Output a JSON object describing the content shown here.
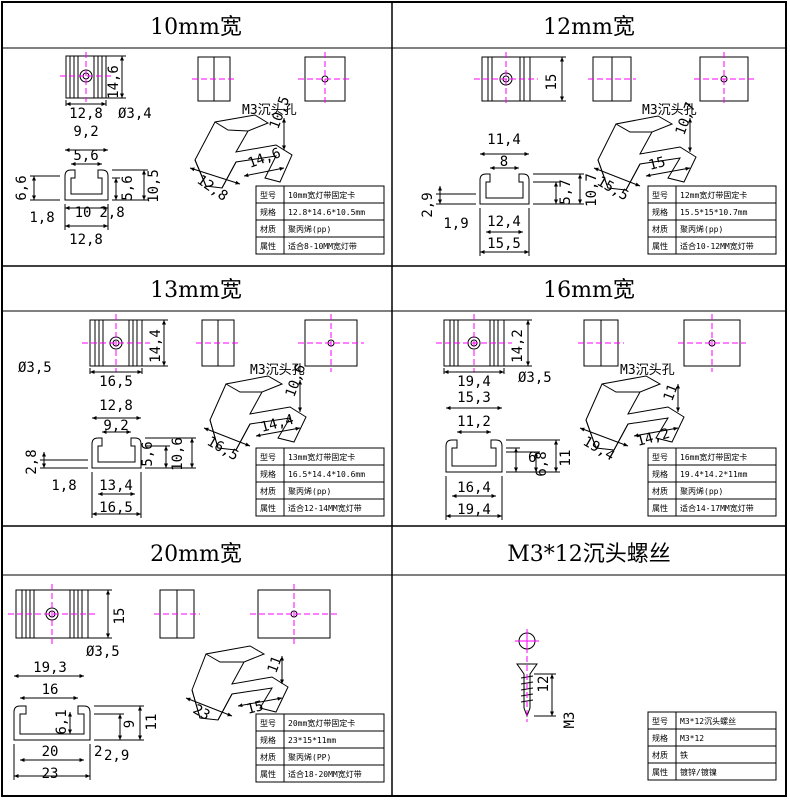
{
  "colors": {
    "line": "#000000",
    "center": "#ff00ff"
  },
  "panels": [
    {
      "title": "10mm宽",
      "dims": {
        "top_h": "14,6",
        "top_w": "12,8",
        "hole": "Ø3,4",
        "w1": "9,2",
        "w2": "5,6",
        "h1": "6,6",
        "h2": "5,6",
        "h3": "10,5",
        "t": "1,8",
        "inner": "10",
        "lip": "2,8",
        "outer": "12,8"
      },
      "iso": {
        "label": "M3沉头孔",
        "a": "12,8",
        "b": "14,6",
        "c": "10,5"
      },
      "table": [
        {
          "k": "型号",
          "v": "10mm宽灯带固定卡"
        },
        {
          "k": "规格",
          "v": "12.8*14.6*10.5mm"
        },
        {
          "k": "材质",
          "v": "聚丙烯(pp)"
        },
        {
          "k": "属性",
          "v": "适合8-10MM宽灯带"
        }
      ]
    },
    {
      "title": "12mm宽",
      "dims": {
        "top_h": "15",
        "w1": "11,4",
        "w2": "8",
        "h1": "2,9",
        "h2": "5,7",
        "h3": "10,7",
        "t": "1,9",
        "inner": "12,4",
        "outer": "15,5"
      },
      "iso": {
        "label": "M3沉头孔",
        "a": "15,5",
        "b": "15",
        "c": "10,7"
      },
      "table": [
        {
          "k": "型号",
          "v": "12mm宽灯带固定卡"
        },
        {
          "k": "规格",
          "v": "15.5*15*10.7mm"
        },
        {
          "k": "材质",
          "v": "聚丙烯(pp)"
        },
        {
          "k": "属性",
          "v": "适合10-12MM宽灯带"
        }
      ]
    },
    {
      "title": "13mm宽",
      "dims": {
        "top_h": "14,4",
        "hole": "Ø3,5",
        "top_w": "16,5",
        "w1": "12,8",
        "w2": "9,2",
        "h1": "2,8",
        "h2": "5,6",
        "h3": "10,6",
        "t": "1,8",
        "inner": "13,4",
        "outer": "16,5"
      },
      "iso": {
        "label": "M3沉头孔",
        "a": "16,5",
        "b": "14,4",
        "c": "10,6"
      },
      "table": [
        {
          "k": "型号",
          "v": "13mm宽灯带固定卡"
        },
        {
          "k": "规格",
          "v": "16.5*14.4*10.6mm"
        },
        {
          "k": "材质",
          "v": "聚丙烯(pp)"
        },
        {
          "k": "属性",
          "v": "适合12-14MM宽灯带"
        }
      ]
    },
    {
      "title": "16mm宽",
      "dims": {
        "top_h": "14,2",
        "top_w": "19,4",
        "hole": "Ø3,5",
        "w1": "15,3",
        "w2": "11,2",
        "h2": "6",
        "h3": "6,8",
        "h4": "11",
        "inner": "16,4",
        "outer": "19,4"
      },
      "iso": {
        "label": "M3沉头孔",
        "a": "19,4",
        "b": "14,2",
        "c": "11"
      },
      "table": [
        {
          "k": "型号",
          "v": "16mm宽灯带固定卡"
        },
        {
          "k": "规格",
          "v": "19.4*14.2*11mm"
        },
        {
          "k": "材质",
          "v": "聚丙烯(pp)"
        },
        {
          "k": "属性",
          "v": "适合14-17MM宽灯带"
        }
      ]
    },
    {
      "title": "20mm宽",
      "dims": {
        "top_h": "15",
        "hole": "Ø3,5",
        "w1": "19,3",
        "w2": "16",
        "h1": "6,1",
        "h2": "9",
        "h3": "11",
        "inner": "20",
        "lip": "2",
        "t": "2,9",
        "outer": "23"
      },
      "iso": {
        "a": "23",
        "b": "15",
        "c": "11"
      },
      "table": [
        {
          "k": "型号",
          "v": "20mm宽灯带固定卡"
        },
        {
          "k": "规格",
          "v": "23*15*11mm"
        },
        {
          "k": "材质",
          "v": "聚丙烯(PP)"
        },
        {
          "k": "属性",
          "v": "适合18-20MM宽灯带"
        }
      ]
    },
    {
      "title": "M3*12沉头螺丝",
      "dims": {
        "len": "12",
        "thread": "M3"
      },
      "table": [
        {
          "k": "型号",
          "v": "M3*12沉头螺丝"
        },
        {
          "k": "规格",
          "v": "M3*12"
        },
        {
          "k": "材质",
          "v": "铁"
        },
        {
          "k": "属性",
          "v": "镀锌/镀镍"
        }
      ]
    }
  ]
}
